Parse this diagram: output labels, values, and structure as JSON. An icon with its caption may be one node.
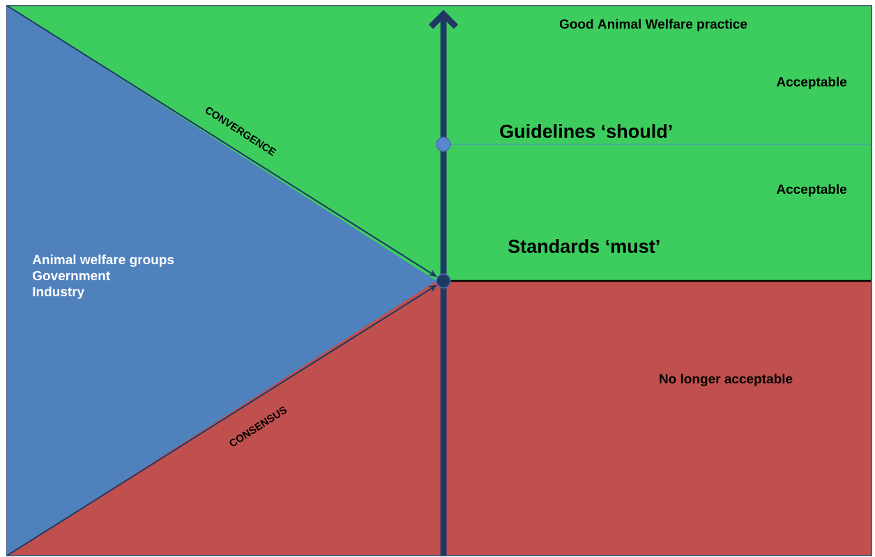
{
  "diagram": {
    "nodes": [
      {
        "text": [
          "Animal welfare groups",
          "Government",
          "Industry"
        ]
      },
      {
        "text": [],
        "shape": "circle"
      },
      {
        "text": [],
        "shape": "circle"
      }
    ],
    "edges": [
      {
        "from": 0,
        "to": 2,
        "arrow": "to",
        "label": "CONVERGENCE"
      },
      {
        "from": 0,
        "to": 2,
        "arrow": "to",
        "label": "CONSENSUS"
      }
    ],
    "labels": [
      "Good Animal Welfare practice",
      "Acceptable",
      "Guidelines ‘should’",
      "Acceptable",
      "Standards ‘must’",
      "No longer acceptable"
    ]
  }
}
